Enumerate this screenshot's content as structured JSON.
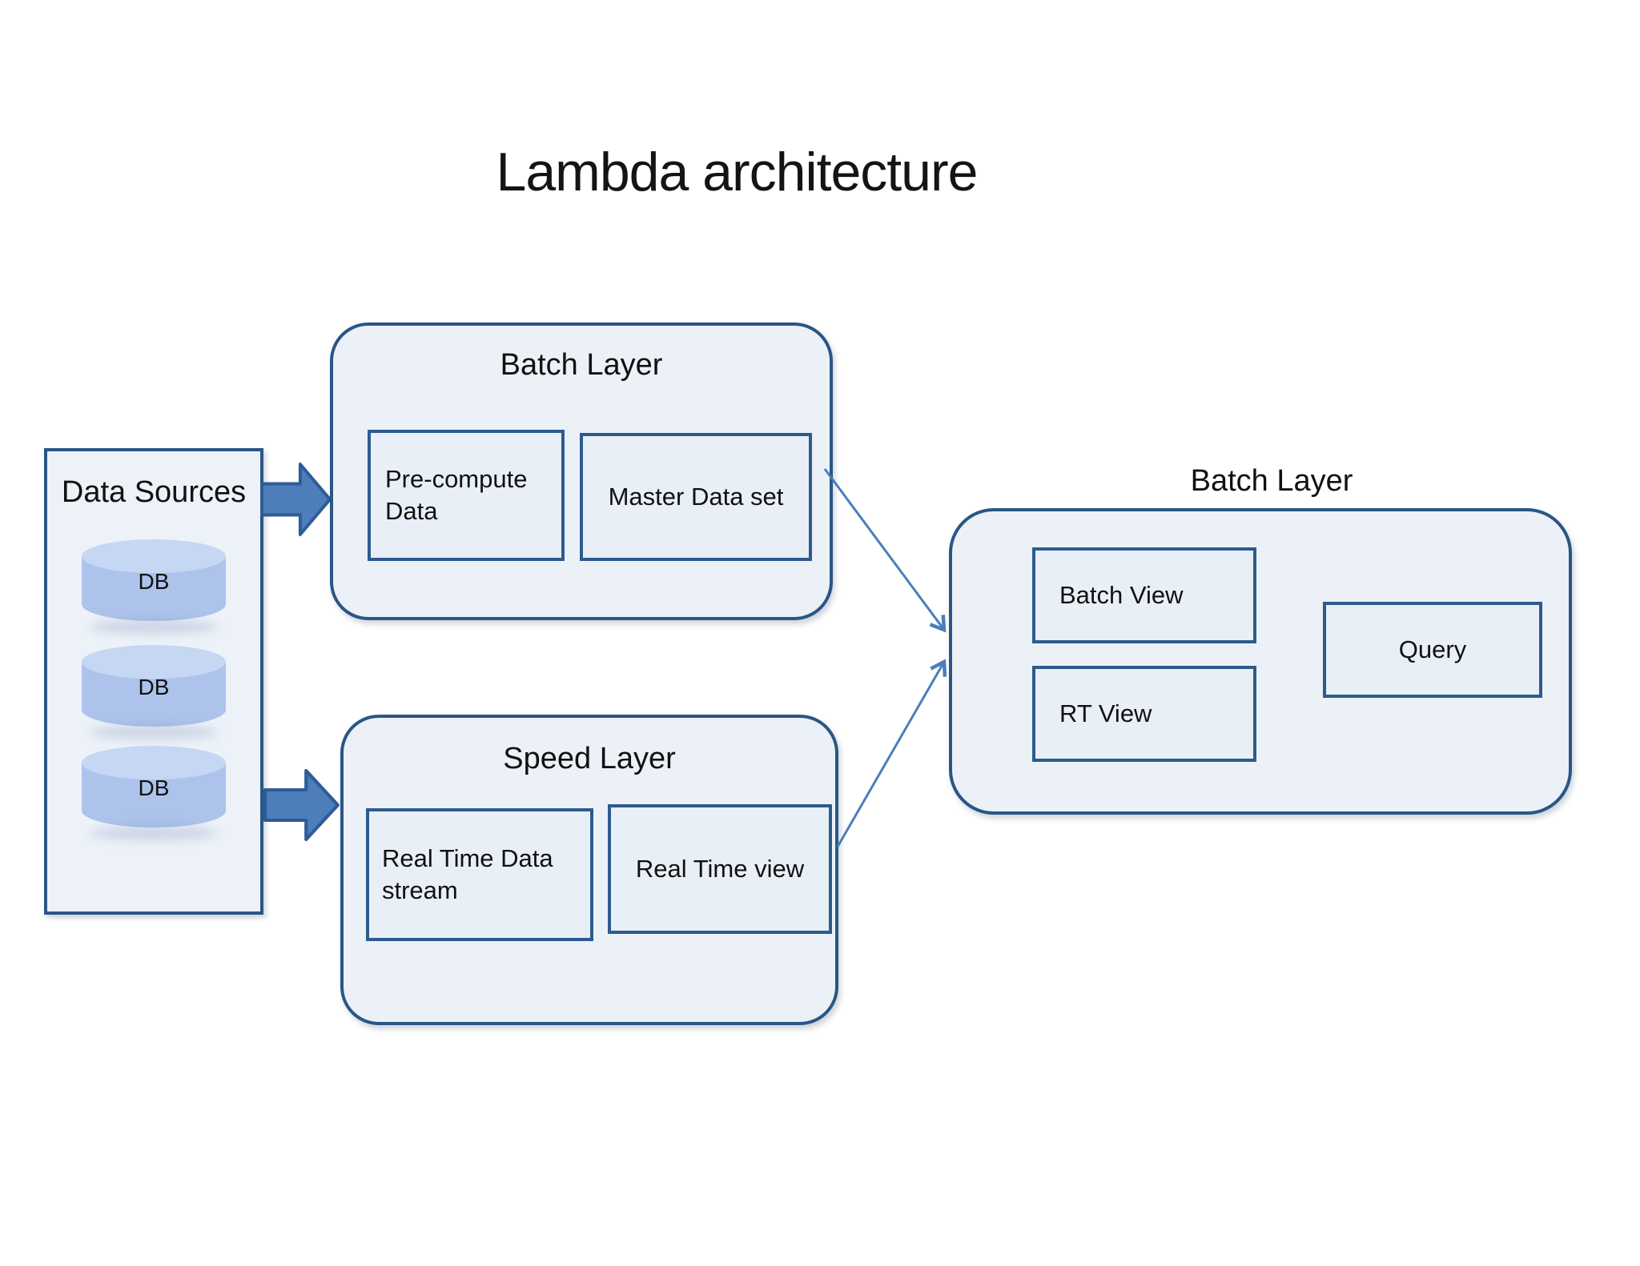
{
  "title": "Lambda architecture",
  "colors": {
    "outer_border": "#2a5684",
    "inner_border": "#2d5b8e",
    "layer_fill": "#ecf1f8",
    "inner_fill": "#e9eff7",
    "block_arrow_fill": "#4d7dbb",
    "block_arrow_border": "#2f5c95",
    "connector": "#4a7ebb",
    "cylinder_body": "#adc3ec",
    "cylinder_top": "#c6d7f4",
    "text": "#141414",
    "background": "#ffffff"
  },
  "data_sources": {
    "label": "Data Sources",
    "databases": [
      {
        "label": "DB"
      },
      {
        "label": "DB"
      },
      {
        "label": "DB"
      }
    ]
  },
  "batch_layer": {
    "title": "Batch Layer",
    "boxes": [
      {
        "label": "Pre-compute Data"
      },
      {
        "label": "Master Data set"
      }
    ]
  },
  "speed_layer": {
    "title": "Speed Layer",
    "boxes": [
      {
        "label": "Real Time Data stream"
      },
      {
        "label": "Real Time view"
      }
    ]
  },
  "serving_layer": {
    "title": "Batch Layer",
    "boxes": [
      {
        "label": "Batch View"
      },
      {
        "label": "RT View"
      },
      {
        "label": "Query"
      }
    ]
  }
}
